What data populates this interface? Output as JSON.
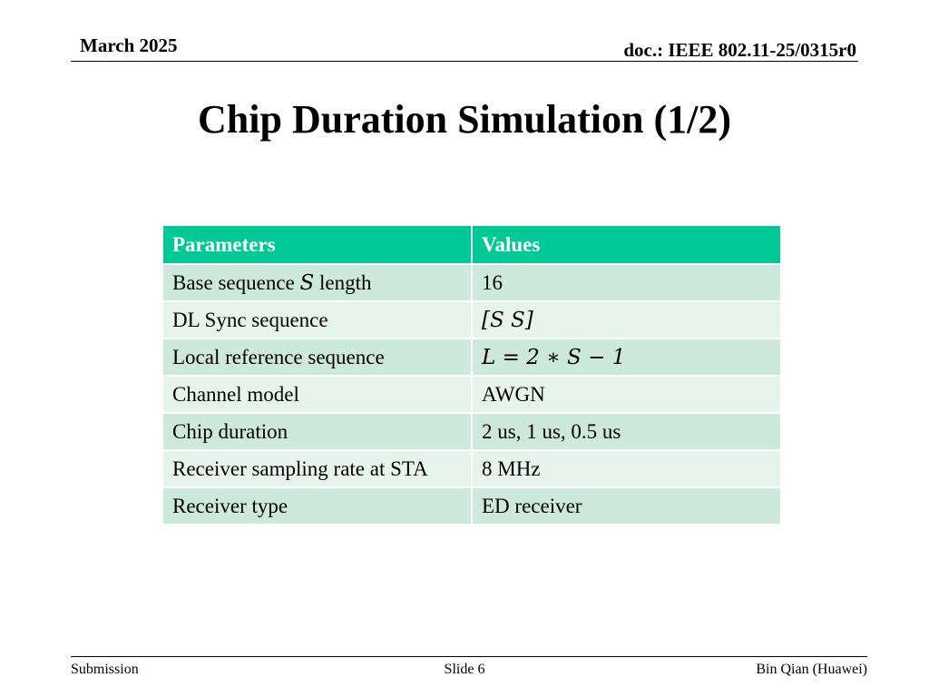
{
  "header": {
    "date": "March 2025",
    "doc": "doc.: IEEE 802.11-25/0315r0"
  },
  "title": "Chip Duration Simulation (1/2)",
  "table": {
    "headers": [
      "Parameters",
      "Values"
    ],
    "rows": [
      {
        "pre": "Base sequence ",
        "sym": "S",
        "post": " length",
        "value": "16"
      },
      {
        "param": "DL Sync sequence",
        "value": "[S S]"
      },
      {
        "param": "Local reference sequence",
        "value": "L = 2 ∗ S − 1"
      },
      {
        "param": "Channel model",
        "value": "AWGN"
      },
      {
        "param": "Chip duration",
        "value": "2 us, 1 us, 0.5 us"
      },
      {
        "param": "Receiver sampling rate at STA",
        "value": "8 MHz"
      },
      {
        "param": "Receiver type",
        "value": "ED receiver"
      }
    ]
  },
  "footer": {
    "left": "Submission",
    "center": "Slide 6",
    "right": "Bin Qian (Huawei)"
  }
}
